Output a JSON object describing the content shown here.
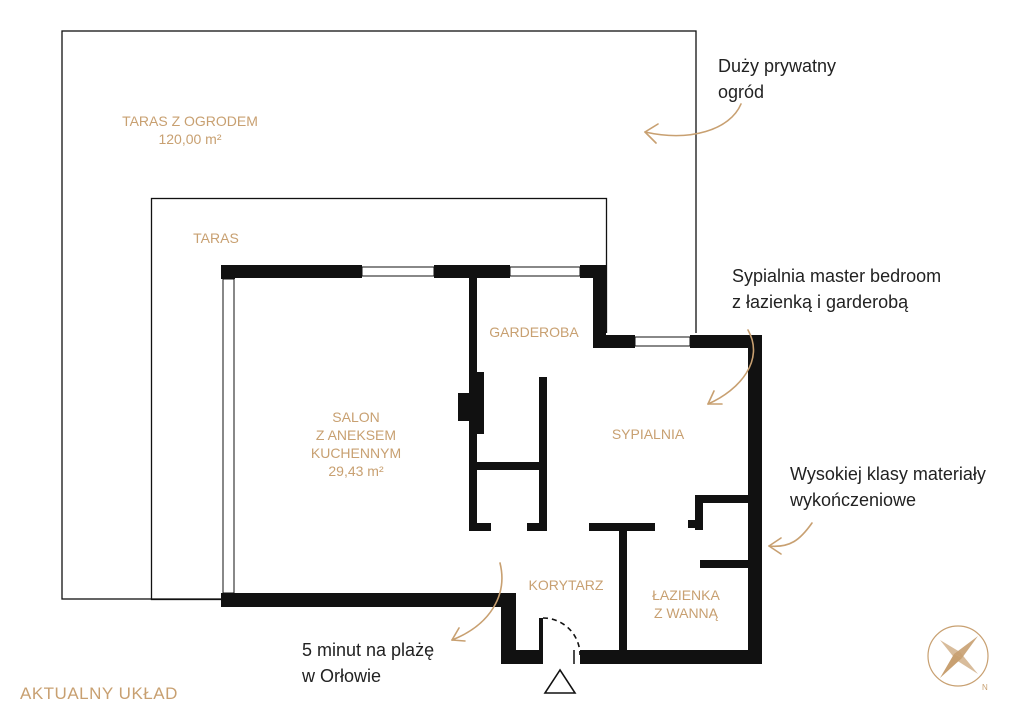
{
  "rooms": {
    "taras_ogrod": {
      "name": "TARAS Z OGRODEM",
      "area": "120,00 m²"
    },
    "taras": {
      "name": "TARAS"
    },
    "salon": {
      "line1": "SALON",
      "line2": "Z ANEKSEM",
      "line3": "KUCHENNYM",
      "area": "29,43 m²"
    },
    "garderoba": {
      "name": "GARDEROBA"
    },
    "sypialnia": {
      "name": "SYPIALNIA"
    },
    "korytarz": {
      "name": "KORYTARZ"
    },
    "lazienka": {
      "line1": "ŁAZIENKA",
      "line2": "Z WANNĄ"
    }
  },
  "annotations": {
    "garden": {
      "line1": "Duży prywatny",
      "line2": "ogród"
    },
    "bedroom": {
      "line1": "Sypialnia master bedroom",
      "line2": "z łazienką i garderobą"
    },
    "materials": {
      "line1": "Wysokiej klasy materiały",
      "line2": "wykończeniowe"
    },
    "beach": {
      "line1": "5 minut na plażę",
      "line2": "w Orłowie"
    }
  },
  "footer": {
    "label": "AKTUALNY UKŁAD"
  },
  "colors": {
    "accent": "#c8a071",
    "wall": "#111111",
    "text": "#222222"
  },
  "icons": {
    "compass": "compass-rose-icon",
    "entrance": "entrance-triangle-icon"
  }
}
